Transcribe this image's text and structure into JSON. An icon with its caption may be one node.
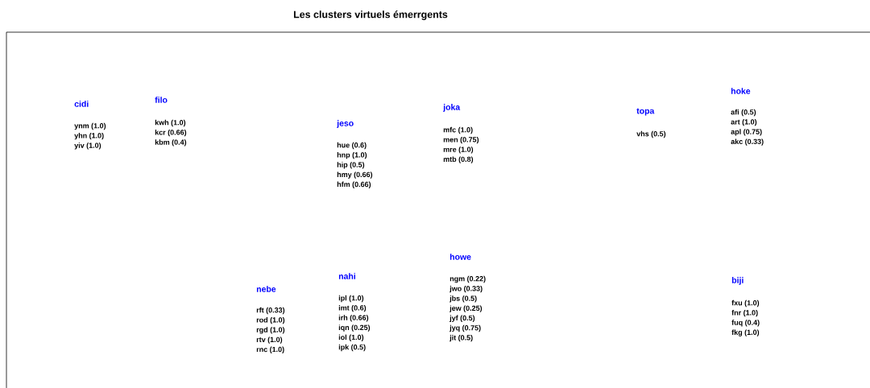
{
  "diagram": {
    "title": "Les clusters virtuels  émerrgents",
    "labels": [
      "cidi",
      "ynm (1.0)",
      "yhn (1.0)",
      "yiv (1.0)",
      "filo",
      "kwh (1.0)",
      "kcr (0.66)",
      "kbm (0.4)",
      "jeso",
      "hue (0.6)",
      "hnp (1.0)",
      "hip (0.5)",
      "hmy (0.66)",
      "hfm (0.66)",
      "joka",
      "mfc (1.0)",
      "men (0.75)",
      "mre (1.0)",
      "mtb (0.8)",
      "topa",
      "vhs (0.5)",
      "hoke",
      "afi (0.5)",
      "art (1.0)",
      "apl (0.75)",
      "akc (0.33)",
      "nebe",
      "rft (0.33)",
      "rod (1.0)",
      "rgd (1.0)",
      "rtv (1.0)",
      "rnc (1.0)",
      "nahi",
      "ipl (1.0)",
      "imt (0.6)",
      "irh (0.66)",
      "iqn (0.25)",
      "iol (1.0)",
      "ipk (0.5)",
      "howe",
      "ngm (0.22)",
      "jwo (0.33)",
      "jbs (0.5)",
      "jew (0.25)",
      "jyf (0.5)",
      "jyq (0.75)",
      "jit (0.5)",
      "biji",
      "fxu (1.0)",
      "fnr (1.0)",
      "fuq (0.4)",
      "fkg (1.0)"
    ]
  }
}
